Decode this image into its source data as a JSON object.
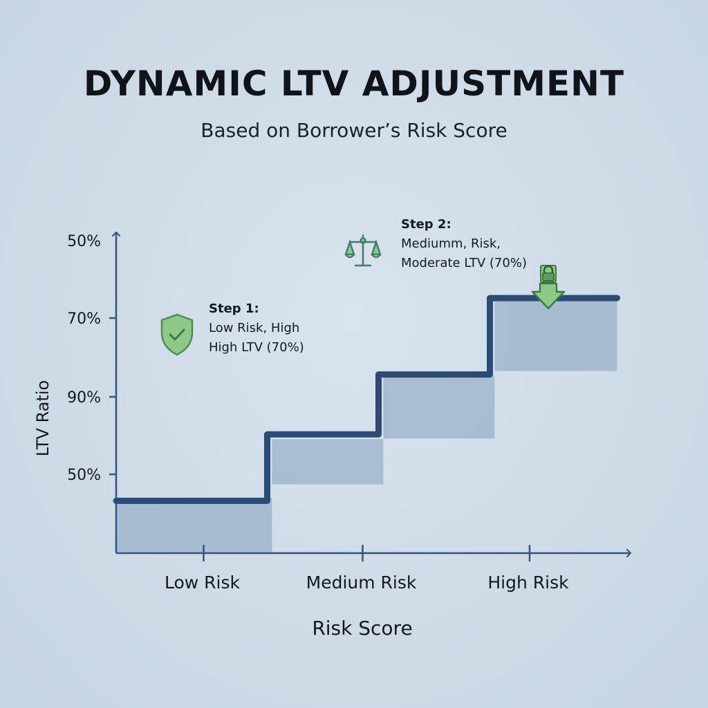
{
  "title": "DYNAMIC LTV ADJUSTMENT",
  "subtitle": "Based on Borrower’s Risk Score",
  "colors": {
    "background": "#cfdce8",
    "axis": "#34527a",
    "step_line": "#2c4b74",
    "band_fill": "#9fb5cc",
    "accent_green": "#6cb26a"
  },
  "chart_data": {
    "type": "line",
    "step": true,
    "xlabel": "Risk Score",
    "ylabel": "LTV Ratio",
    "categories": [
      "Low Risk",
      "Medium Risk",
      "High Risk"
    ],
    "y_tick_labels": [
      "50%",
      "70%",
      "90%",
      "50%"
    ],
    "grid": false,
    "legend": "none",
    "series": [
      {
        "values_by_step": [
          {
            "x_start": 0,
            "x_end": 0.95,
            "level": 0.89
          },
          {
            "x_start": 0.95,
            "x_end": 1.65,
            "level": 2.02
          },
          {
            "x_start": 1.65,
            "x_end": 2.35,
            "level": 3.04
          },
          {
            "x_start": 2.35,
            "x_end": 3.15,
            "level": 4.34
          }
        ]
      }
    ],
    "bands": [
      {
        "x_start": 0,
        "x_end": 0.98,
        "y_low": 0,
        "y_high": 0.94
      },
      {
        "x_start": 0.98,
        "x_end": 1.68,
        "y_low": 1.17,
        "y_high": 1.94
      },
      {
        "x_start": 1.68,
        "x_end": 2.38,
        "y_low": 1.95,
        "y_high": 3.02
      },
      {
        "x_start": 2.38,
        "x_end": 3.15,
        "y_low": 3.1,
        "y_high": 4.32
      }
    ],
    "annotations": [
      {
        "heading": "Step 1:",
        "lines": [
          "Low Risk, High",
          "High LTV (70%)"
        ],
        "icon": "shield-check-icon"
      },
      {
        "heading": "Step 2:",
        "lines": [
          "Mediumm, Risk,",
          "Moderate LTV (70%)"
        ],
        "icon": "balance-scale-icon"
      }
    ],
    "lock_marker_icon": "lock-arrow-down-icon"
  }
}
